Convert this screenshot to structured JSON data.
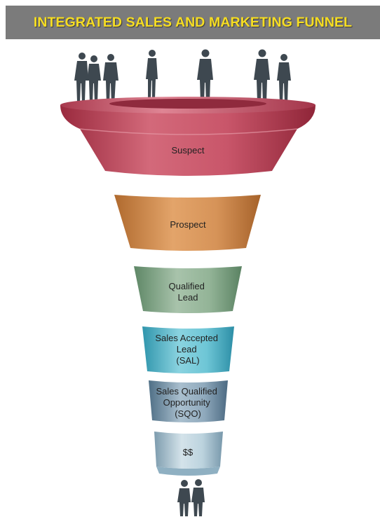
{
  "title": "INTEGRATED SALES AND MARKETING FUNNEL",
  "colors": {
    "title_bg": "#7b7b7b",
    "title_text": "#f6dd22",
    "people": "#3e4850"
  },
  "stages": [
    {
      "lines": [
        "Suspect"
      ],
      "color": "#c4485c"
    },
    {
      "lines": [
        "Prospect"
      ],
      "color": "#cc8b4e"
    },
    {
      "lines": [
        "Qualified",
        "Lead"
      ],
      "color": "#86a88a"
    },
    {
      "lines": [
        "Sales Accepted",
        "Lead",
        "(SAL)"
      ],
      "color": "#58b6c9"
    },
    {
      "lines": [
        "Sales Qualified",
        "Opportunity",
        "(SQO)"
      ],
      "color": "#7d99ad"
    },
    {
      "lines": [
        "$$"
      ],
      "color": "#a6c1cf"
    }
  ]
}
